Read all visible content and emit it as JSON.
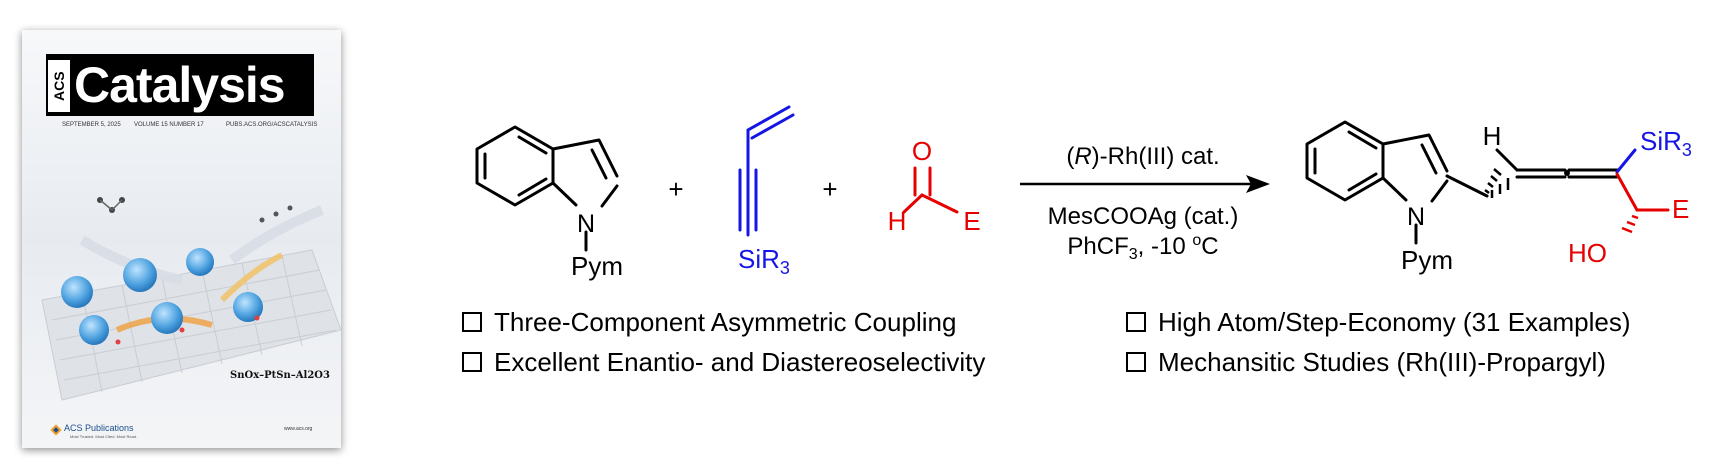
{
  "cover": {
    "logo_acs": "ACS",
    "journal_title": "Catalysis",
    "issue_date": "SEPTEMBER 5, 2025",
    "issue_volume": "VOLUME 15   NUMBER 17",
    "issue_url": "PUBS.ACS.ORG/ACSCATALYSIS",
    "art_formula": "SnOx–PtSn–Al2O3",
    "publisher": "ACS Publications",
    "publisher_tagline": "Most Trusted. Most Cited. Most Read.",
    "website": "www.acs.org"
  },
  "scheme": {
    "reactant1_label": "Pym",
    "reactant1_N": "N",
    "plus1": "+",
    "reactant2_label": "SiR3",
    "plus2": "+",
    "aldehyde_O": "O",
    "aldehyde_H": "H",
    "aldehyde_E": "E",
    "condition_top": "(R)-Rh(III) cat.",
    "condition_mid": "MesCOOAg (cat.)",
    "condition_bot": "PhCF3, -10 °C",
    "product_N": "N",
    "product_pym": "Pym",
    "product_H": "H",
    "product_SiR3": "SiR3",
    "product_HO": "HO",
    "product_E": "E",
    "colors": {
      "silyl": "#1515e6",
      "aldehyde": "#e60000",
      "text": "#000000"
    }
  },
  "bullets": [
    "Three-Component Asymmetric Coupling",
    "Excellent Enantio- and Diastereoselectivity",
    "High Atom/Step-Economy (31 Examples)",
    "Mechansitic Studies (Rh(III)-Propargyl)"
  ]
}
